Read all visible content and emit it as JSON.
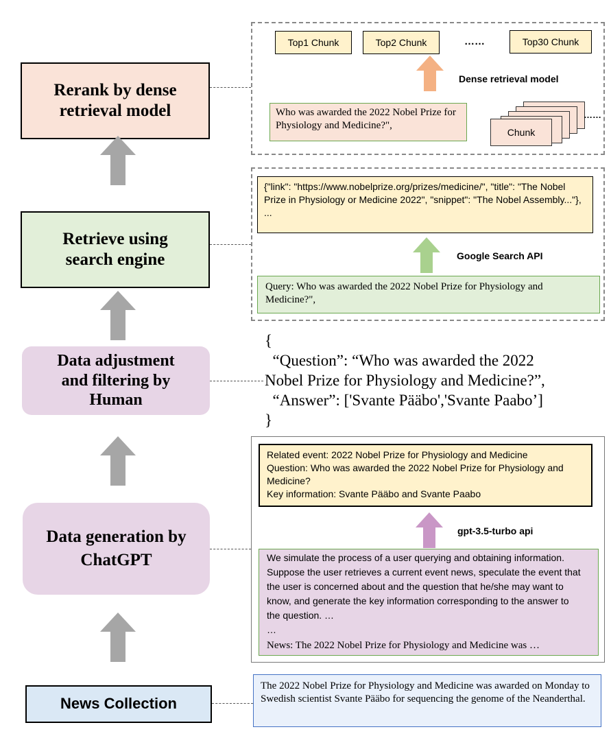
{
  "stages": {
    "rerank": "Rerank by dense\nretrieval model",
    "retrieve": "Retrieve using\nsearch engine",
    "adjust": "Data adjustment\nand filtering by\nHuman",
    "generate": "Data generation by\nChatGPT",
    "news": "News Collection"
  },
  "rerank_panel": {
    "chunks": [
      "Top1 Chunk",
      "Top2 Chunk",
      "Top30 Chunk"
    ],
    "ellipsis": "……",
    "model_label": "Dense retrieval model",
    "question": "Who was awarded the 2022 Nobel Prize for Physiology and Medicine?\",",
    "chunk_label": "Chunk",
    "stack_ellipsis": "……"
  },
  "retrieve_panel": {
    "result": "{\"link\": \"https://www.nobelprize.org/prizes/medicine/\", \"title\": \"The Nobel Prize in Physiology or Medicine 2022\", \"snippet\": \"The Nobel Assembly...\"}, ...",
    "api_label": "Google Search API",
    "query": "Query: Who was awarded the 2022 Nobel Prize for Physiology and Medicine?\","
  },
  "adjust_json": {
    "open": "{",
    "question": "  “Question”: “Who was awarded the 2022",
    "question_cont": "Nobel Prize for Physiology and Medicine?”,",
    "answer": "  “Answer”: ['Svante Pääbo','Svante Paabo’]",
    "close": "}"
  },
  "generate_panel": {
    "output": "Related event: 2022 Nobel Prize for Physiology and Medicine\nQuestion: Who was awarded the 2022 Nobel Prize for Physiology and Medicine?\nKey information: Svante Pääbo and Svante Paabo",
    "api_label": "gpt-3.5-turbo api",
    "prompt": "We simulate the process of a user querying and obtaining information. Suppose the user retrieves a current event news, speculate the event that the user is concerned about and the question that he/she may want to know, and generate the key information corresponding to the answer to the question. …\n…",
    "news_line": "News: The 2022 Nobel Prize for Physiology and Medicine was …"
  },
  "news_panel": {
    "text": "The 2022 Nobel Prize for Physiology and Medicine was awarded on Monday to Swedish scientist Svante Pääbo for sequencing the genome of the Neanderthal."
  },
  "colors": {
    "orange_arrow": "#f4b183",
    "green_arrow": "#a9d18e",
    "purple_arrow": "#c997c6",
    "gray_arrow": "#a6a6a6"
  }
}
